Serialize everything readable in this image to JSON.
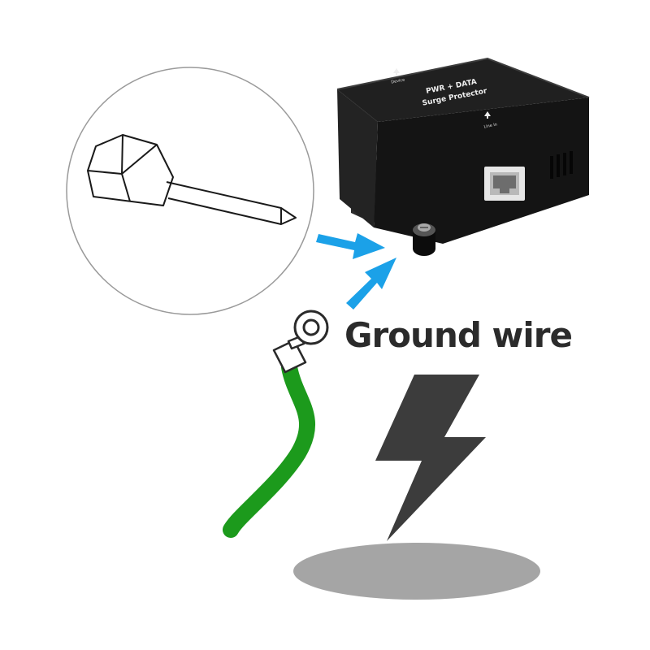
{
  "diagram": {
    "label": "Ground wire",
    "device": {
      "top_text_line1": "PWR + DATA",
      "top_text_line2": "Surge Protector",
      "port_label_left": "Device",
      "port_label_right": "Line In"
    },
    "icons": [
      "screwdriver-icon",
      "arrow-icon",
      "ring-terminal-icon",
      "lightning-bolt-icon"
    ],
    "colors": {
      "arrow": "#1ba1e8",
      "wire": "#1c9a1c",
      "bolt": "#3c3c3c",
      "ground_shadow": "#a5a5a5",
      "device_body": "#1b1b1b",
      "label": "#2b2b2b"
    }
  }
}
